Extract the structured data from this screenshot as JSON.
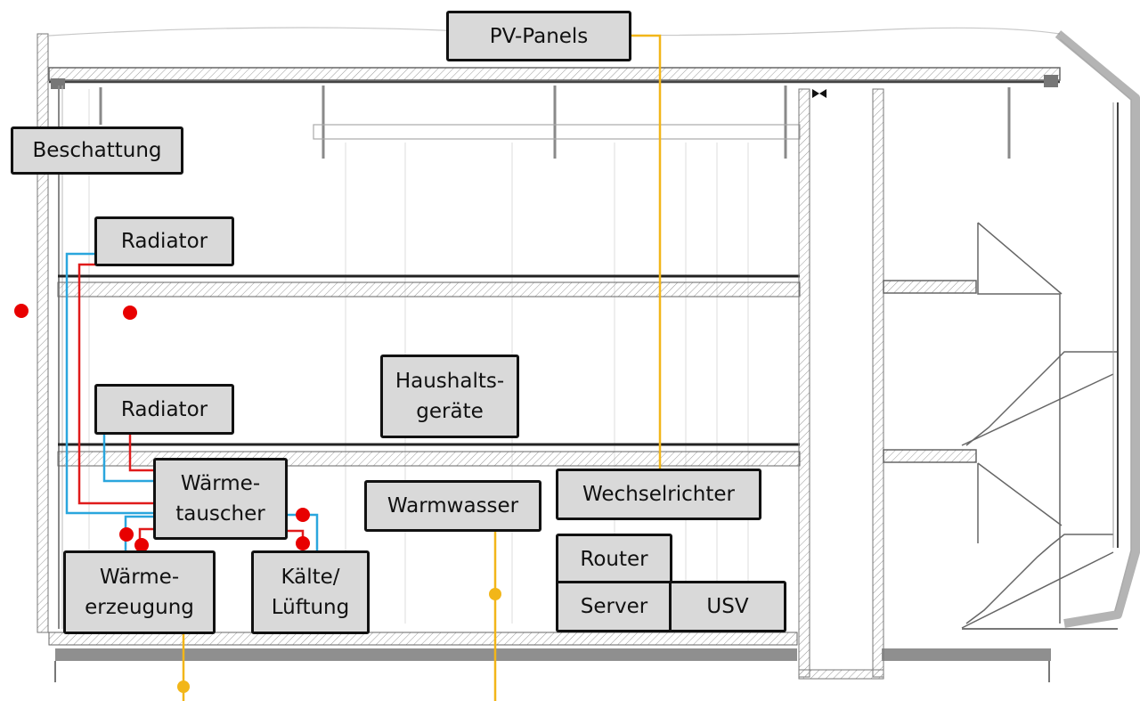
{
  "labels": {
    "pv_panels": "PV-Panels",
    "beschattung": "Beschattung",
    "radiator_upper": "Radiator",
    "radiator_lower": "Radiator",
    "haushaltsgeraete": "Haushalts-\ngeräte",
    "waermetauscher": "Wärme-\ntauscher",
    "warmwasser": "Warmwasser",
    "wechselrichter": "Wechselrichter",
    "router": "Router",
    "server": "Server",
    "usv": "USV",
    "waermeerzeugung": "Wärme-\nerzeugung",
    "kaelte_lueftung": "Kälte/\nLüftung"
  },
  "colors": {
    "electric_line": "#f2b619",
    "supply_pipe": "#e01b1b",
    "return_pipe": "#2aa6dd",
    "sensor_dot": "#e80000",
    "label_fill": "#d9d9d9",
    "drawing_line": "#555555"
  }
}
